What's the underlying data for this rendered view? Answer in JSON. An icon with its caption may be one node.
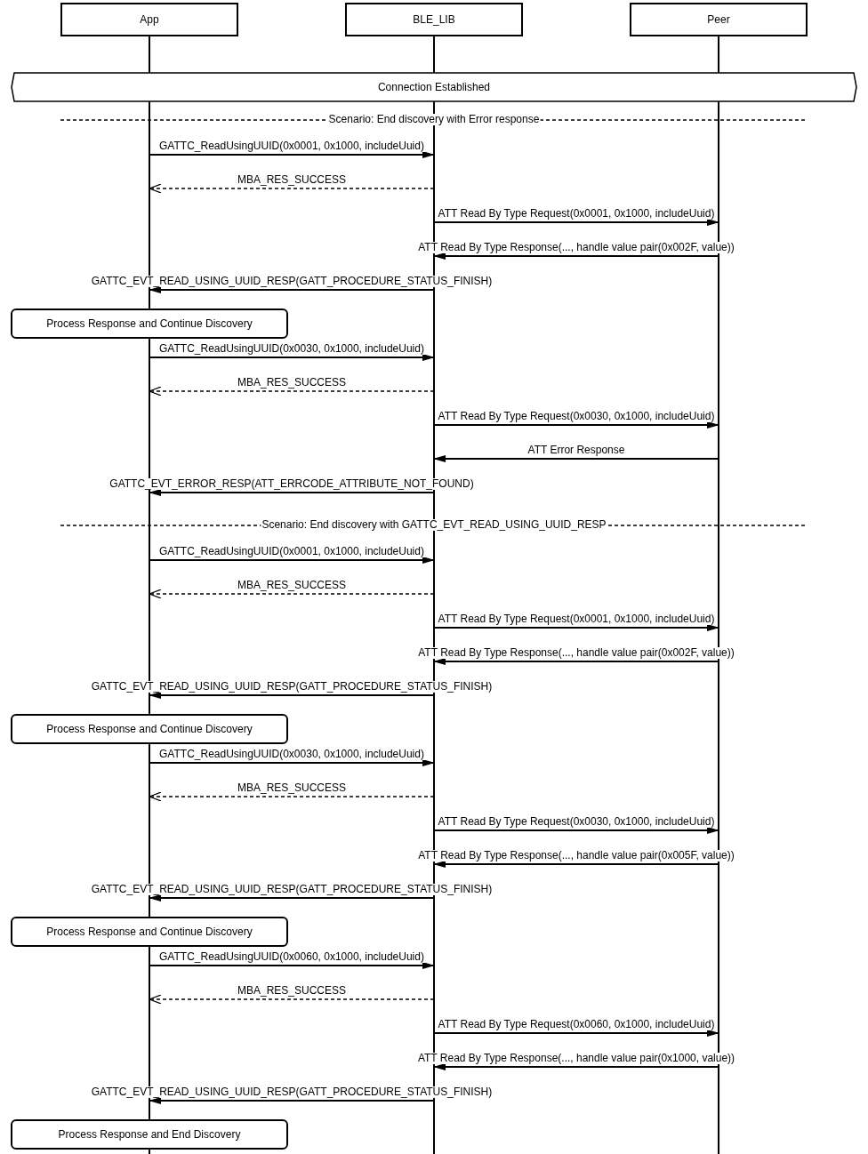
{
  "diagram": {
    "nodes": [
      {
        "text": [
          "App"
        ]
      },
      {
        "text": [
          "BLE_LIB"
        ]
      },
      {
        "text": [
          "Peer"
        ]
      },
      {
        "text": [
          "Connection Established"
        ]
      },
      {
        "text": [
          "Process Response and Continue Discovery"
        ]
      },
      {
        "text": [
          "Process Response and Continue Discovery"
        ]
      },
      {
        "text": [
          "Process Response and Continue Discovery"
        ]
      },
      {
        "text": [
          "Process Response and End Discovery"
        ]
      }
    ],
    "edges": [
      {
        "from": 0,
        "to": 1,
        "arrow": "to",
        "label": "GATTC_ReadUsingUUID(0x0001, 0x1000, includeUuid)"
      },
      {
        "from": 1,
        "to": 0,
        "arrow": "to",
        "style": "dashed",
        "label": "MBA_RES_SUCCESS"
      },
      {
        "from": 1,
        "to": 2,
        "arrow": "to",
        "label": "ATT Read By Type Request(0x0001, 0x1000, includeUuid)"
      },
      {
        "from": 2,
        "to": 1,
        "arrow": "to",
        "label": "ATT Read By Type Response(..., handle value pair(0x002F, value))"
      },
      {
        "from": 1,
        "to": 0,
        "arrow": "to",
        "label": "GATTC_EVT_READ_USING_UUID_RESP(GATT_PROCEDURE_STATUS_FINISH)"
      },
      {
        "from": 0,
        "to": 1,
        "arrow": "to",
        "label": "GATTC_ReadUsingUUID(0x0030, 0x1000, includeUuid)"
      },
      {
        "from": 1,
        "to": 0,
        "arrow": "to",
        "style": "dashed",
        "label": "MBA_RES_SUCCESS"
      },
      {
        "from": 1,
        "to": 2,
        "arrow": "to",
        "label": "ATT Read By Type Request(0x0030, 0x1000, includeUuid)"
      },
      {
        "from": 2,
        "to": 1,
        "arrow": "to",
        "label": "ATT Error Response"
      },
      {
        "from": 1,
        "to": 0,
        "arrow": "to",
        "label": "GATTC_EVT_ERROR_RESP(ATT_ERRCODE_ATTRIBUTE_NOT_FOUND)"
      },
      {
        "from": 0,
        "to": 1,
        "arrow": "to",
        "label": "GATTC_ReadUsingUUID(0x0001, 0x1000, includeUuid)"
      },
      {
        "from": 1,
        "to": 0,
        "arrow": "to",
        "style": "dashed",
        "label": "MBA_RES_SUCCESS"
      },
      {
        "from": 1,
        "to": 2,
        "arrow": "to",
        "label": "ATT Read By Type Request(0x0001, 0x1000, includeUuid)"
      },
      {
        "from": 2,
        "to": 1,
        "arrow": "to",
        "label": "ATT Read By Type Response(..., handle value pair(0x002F, value))"
      },
      {
        "from": 1,
        "to": 0,
        "arrow": "to",
        "label": "GATTC_EVT_READ_USING_UUID_RESP(GATT_PROCEDURE_STATUS_FINISH)"
      },
      {
        "from": 0,
        "to": 1,
        "arrow": "to",
        "label": "GATTC_ReadUsingUUID(0x0030, 0x1000, includeUuid)"
      },
      {
        "from": 1,
        "to": 0,
        "arrow": "to",
        "style": "dashed",
        "label": "MBA_RES_SUCCESS"
      },
      {
        "from": 1,
        "to": 2,
        "arrow": "to",
        "label": "ATT Read By Type Request(0x0030, 0x1000, includeUuid)"
      },
      {
        "from": 2,
        "to": 1,
        "arrow": "to",
        "label": "ATT Read By Type Response(..., handle value pair(0x005F, value))"
      },
      {
        "from": 1,
        "to": 0,
        "arrow": "to",
        "label": "GATTC_EVT_READ_USING_UUID_RESP(GATT_PROCEDURE_STATUS_FINISH)"
      },
      {
        "from": 0,
        "to": 1,
        "arrow": "to",
        "label": "GATTC_ReadUsingUUID(0x0060, 0x1000, includeUuid)"
      },
      {
        "from": 1,
        "to": 0,
        "arrow": "to",
        "style": "dashed",
        "label": "MBA_RES_SUCCESS"
      },
      {
        "from": 1,
        "to": 2,
        "arrow": "to",
        "label": "ATT Read By Type Request(0x0060, 0x1000, includeUuid)"
      },
      {
        "from": 2,
        "to": 1,
        "arrow": "to",
        "label": "ATT Read By Type Response(..., handle value pair(0x1000, value))"
      },
      {
        "from": 1,
        "to": 0,
        "arrow": "to",
        "label": "GATTC_EVT_READ_USING_UUID_RESP(GATT_PROCEDURE_STATUS_FINISH)"
      }
    ],
    "labels": [
      "Scenario: End discovery with Error response",
      "Scenario: End discovery with GATTC_EVT_READ_USING_UUID_RESP"
    ]
  }
}
